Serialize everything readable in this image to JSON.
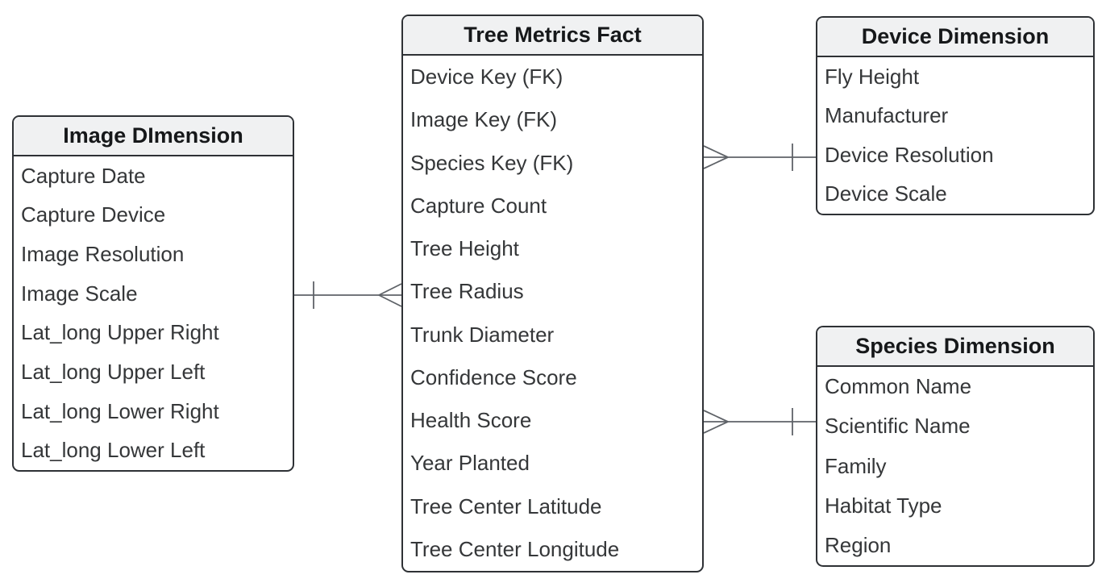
{
  "diagram": {
    "type": "er-diagram-star-schema",
    "notation": "crows-foot",
    "entities": [
      {
        "id": "image-dimension",
        "title": "Image DImension",
        "fields": [
          "Capture Date",
          "Capture Device",
          "Image Resolution",
          "Image Scale",
          "Lat_long Upper Right",
          "Lat_long Upper Left",
          "Lat_long Lower Right",
          "Lat_long Lower Left"
        ]
      },
      {
        "id": "tree-metrics-fact",
        "title": "Tree Metrics Fact",
        "fields": [
          "Device Key (FK)",
          "Image Key (FK)",
          "Species Key (FK)",
          "Capture Count",
          "Tree Height",
          "Tree Radius",
          "Trunk Diameter",
          "Confidence Score",
          "Health Score",
          "Year Planted",
          "Tree Center Latitude",
          "Tree Center Longitude"
        ]
      },
      {
        "id": "device-dimension",
        "title": "Device Dimension",
        "fields": [
          "Fly Height",
          "Manufacturer",
          "Device Resolution",
          "Device Scale"
        ]
      },
      {
        "id": "species-dimension",
        "title": "Species Dimension",
        "fields": [
          "Common Name",
          "Scientific Name",
          "Family",
          "Habitat Type",
          "Region"
        ]
      }
    ],
    "relationships": [
      {
        "from": "Image DImension",
        "to": "Tree Metrics Fact",
        "cardinality": "one-to-many",
        "one_end": "Image DImension",
        "many_end": "Tree Metrics Fact"
      },
      {
        "from": "Device Dimension",
        "to": "Tree Metrics Fact",
        "cardinality": "one-to-many",
        "one_end": "Device Dimension",
        "many_end": "Tree Metrics Fact"
      },
      {
        "from": "Species Dimension",
        "to": "Tree Metrics Fact",
        "cardinality": "one-to-many",
        "one_end": "Species Dimension",
        "many_end": "Tree Metrics Fact"
      }
    ],
    "colors": {
      "background": "#ffffff",
      "entity_border": "#2e3135",
      "header_background": "#f0f1f2",
      "header_text": "#16181a",
      "field_text": "#353739",
      "connector": "#5f6368"
    }
  }
}
